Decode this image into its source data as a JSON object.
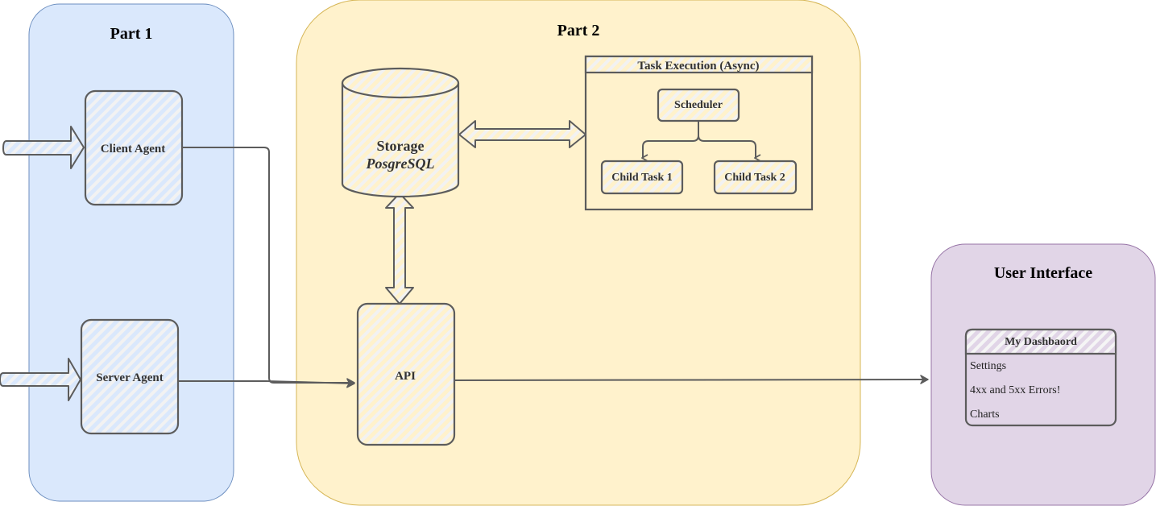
{
  "groups": {
    "part1": {
      "title": "Part 1",
      "fill": "#dae8fc",
      "stroke": "#6c8ebf"
    },
    "part2": {
      "title": "Part 2",
      "fill": "#fff2cc",
      "stroke": "#d6b656"
    },
    "ui": {
      "title": "User Interface",
      "fill": "#e1d5e7",
      "stroke": "#9673a6"
    }
  },
  "nodes": {
    "client_agent": "Client Agent",
    "server_agent": "Server Agent",
    "storage": {
      "title": "Storage",
      "subtitle": "PosgreSQL"
    },
    "api": "API",
    "task_execution": {
      "title": "Task Execution (Async)",
      "scheduler": "Scheduler",
      "child1": "Child Task 1",
      "child2": "Child Task 2"
    },
    "dashboard": {
      "title": "My Dashbaord",
      "items": [
        "Settings",
        "4xx and 5xx Errors!",
        "Charts"
      ]
    }
  },
  "edges": [
    {
      "from": "external",
      "to": "Client Agent",
      "style": "block-arrow"
    },
    {
      "from": "external",
      "to": "Server Agent",
      "style": "block-arrow"
    },
    {
      "from": "Client Agent",
      "to": "API",
      "style": "orthogonal-arrow"
    },
    {
      "from": "Server Agent",
      "to": "API",
      "style": "arrow"
    },
    {
      "from": "Storage",
      "to": "Task Execution (Async)",
      "style": "double-block-arrow"
    },
    {
      "from": "Storage",
      "to": "API",
      "style": "double-block-arrow"
    },
    {
      "from": "Scheduler",
      "to": "Child Task 1",
      "style": "arrow"
    },
    {
      "from": "Scheduler",
      "to": "Child Task 2",
      "style": "arrow"
    },
    {
      "from": "API",
      "to": "User Interface",
      "style": "arrow"
    }
  ],
  "colors": {
    "stroke": "#5c5c5c",
    "hatch_blue": "#dae8fc",
    "hatch_yellow": "#fff2cc",
    "hatch_purple": "#e1d5e7",
    "hatch_light": "#f5f5f5"
  }
}
